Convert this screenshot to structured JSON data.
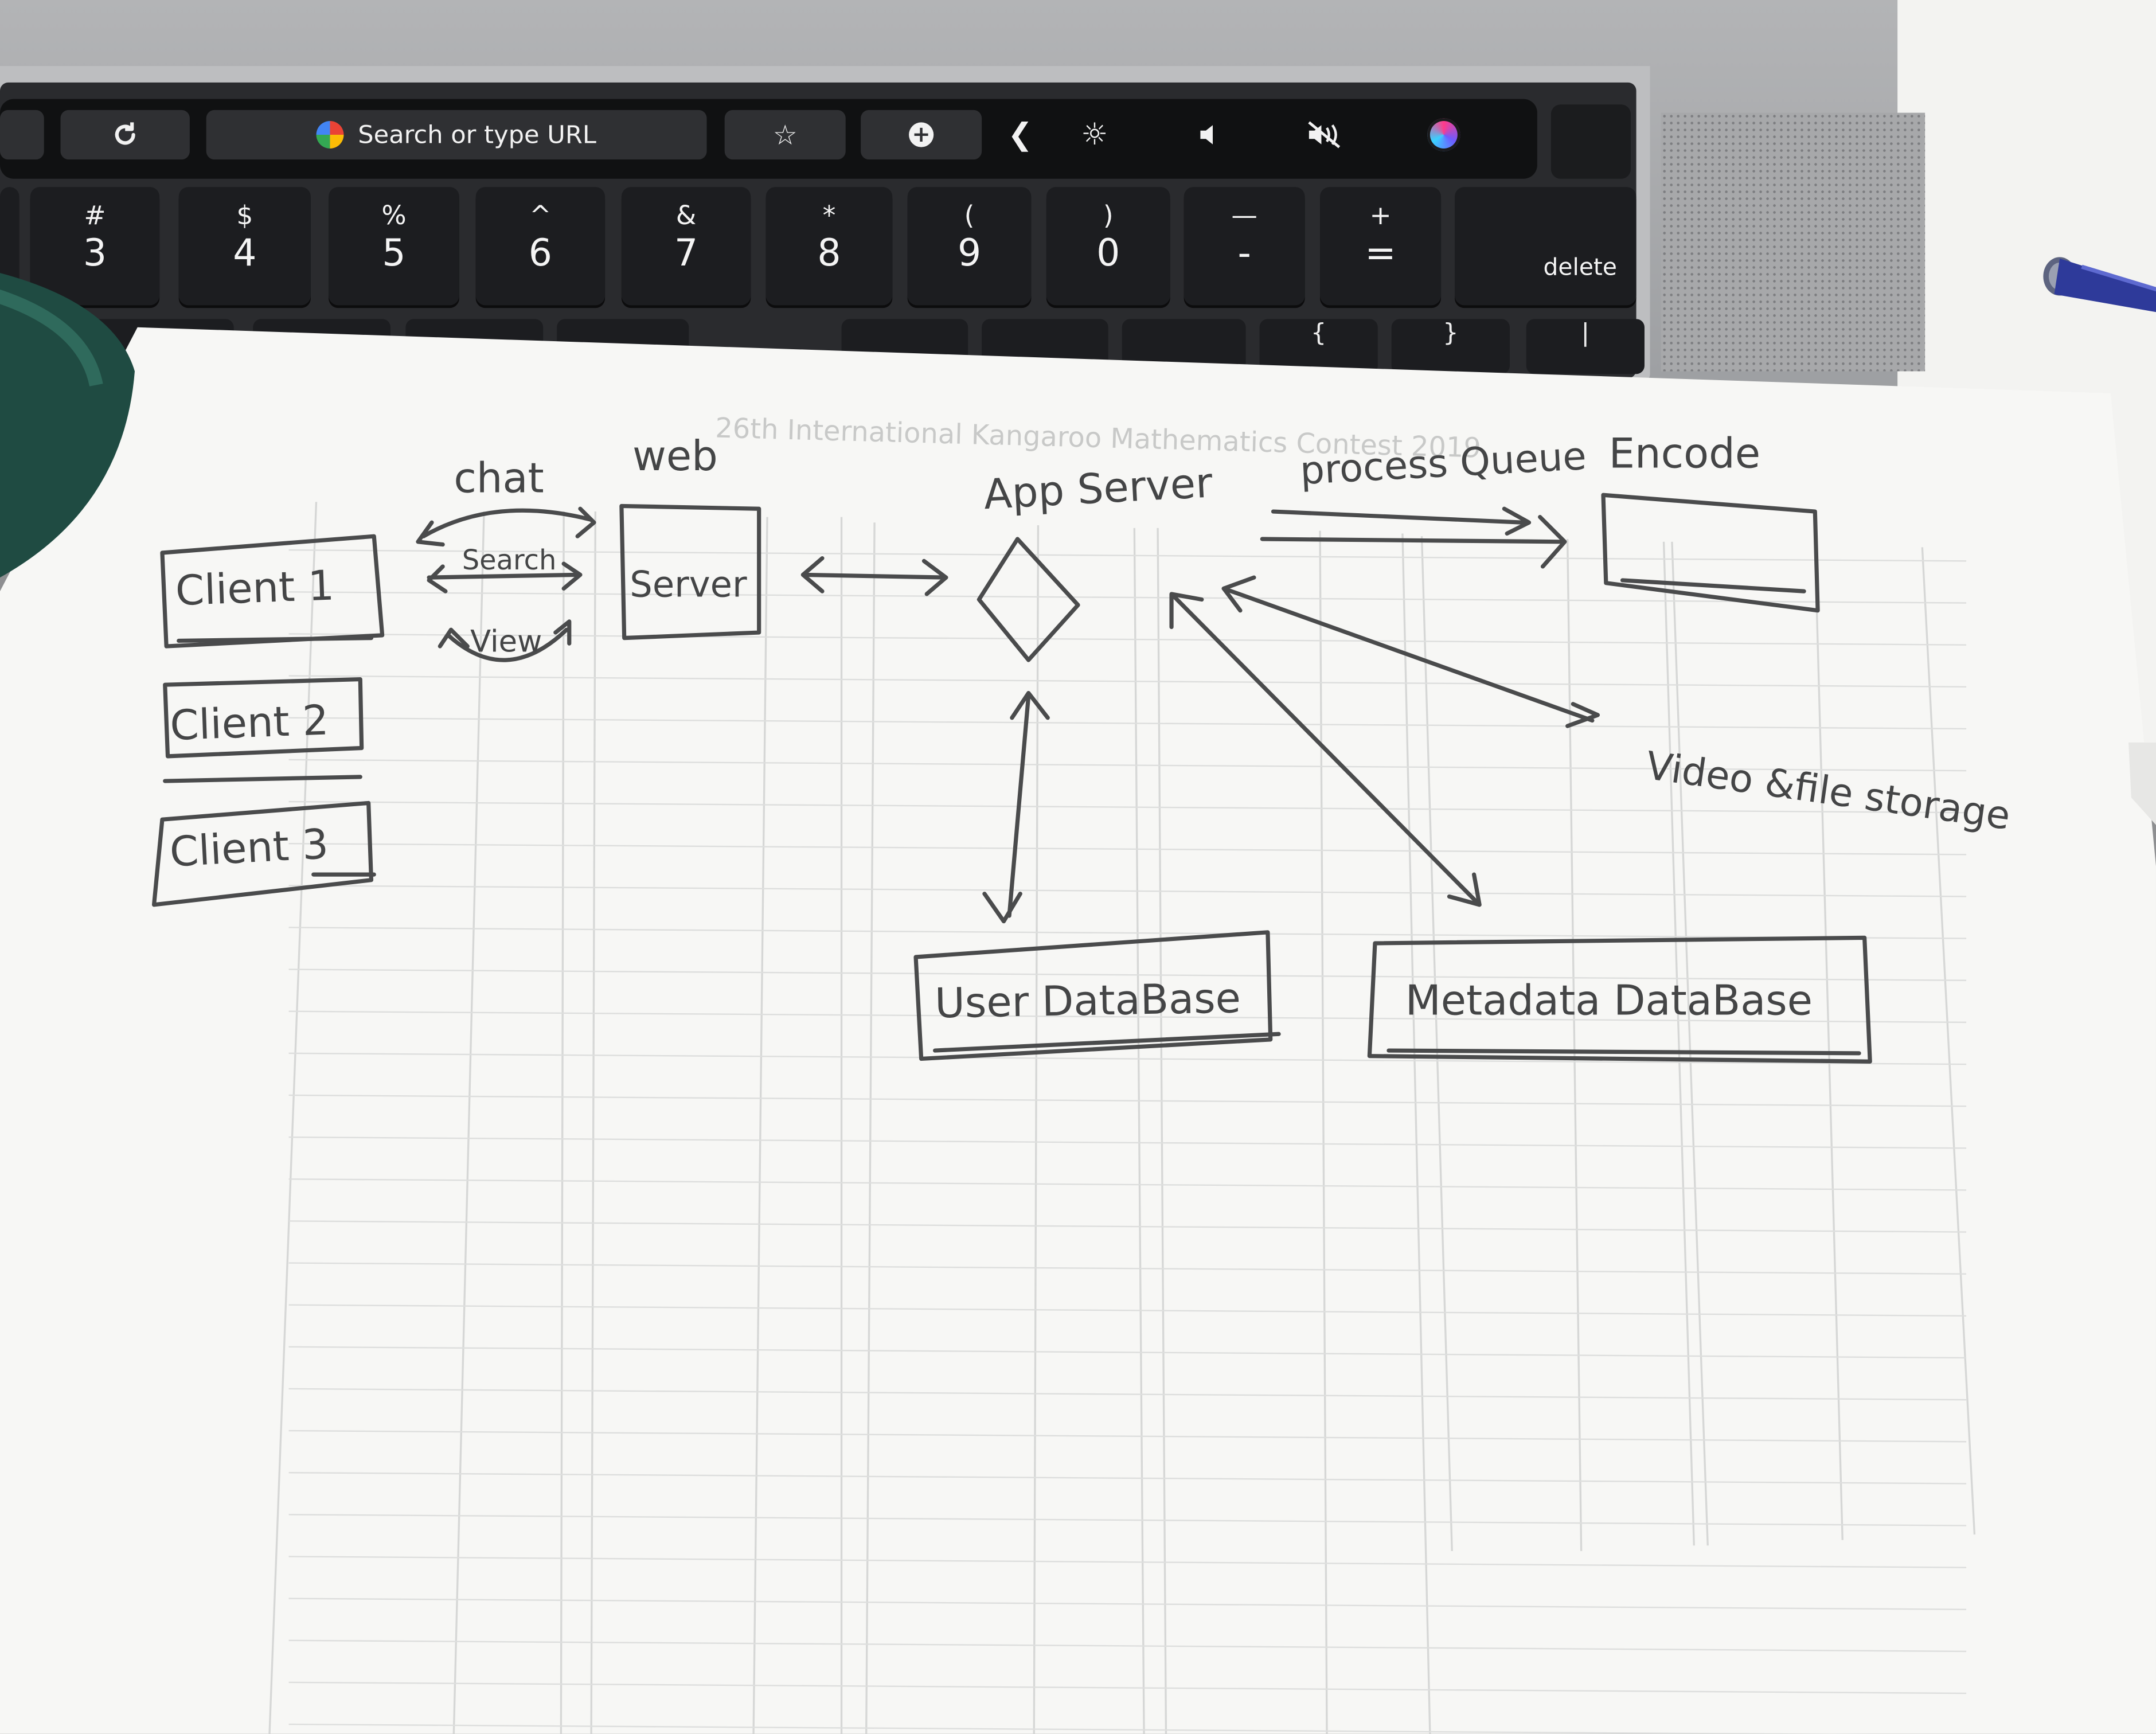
{
  "laptop": {
    "touchbar": {
      "url_bar_text": "Search or type URL",
      "icons": [
        "reload-icon",
        "google-icon",
        "star-icon",
        "plus-circle-icon",
        "chevron-left-icon",
        "brightness-icon",
        "volume-icon",
        "mute-icon",
        "siri-icon"
      ]
    },
    "keys": [
      {
        "shift": "#",
        "main": "3"
      },
      {
        "shift": "$",
        "main": "4"
      },
      {
        "shift": "%",
        "main": "5"
      },
      {
        "shift": "^",
        "main": "6"
      },
      {
        "shift": "&",
        "main": "7"
      },
      {
        "shift": "*",
        "main": "8"
      },
      {
        "shift": "(",
        "main": "9"
      },
      {
        "shift": ")",
        "main": "0"
      },
      {
        "shift": "—",
        "main": "-"
      },
      {
        "shift": "+",
        "main": "="
      }
    ],
    "delete_label": "delete",
    "row2": {
      "brace_left": "{",
      "brace_right": "}",
      "pipe": "|"
    }
  },
  "diagram": {
    "clients": [
      "Client 1",
      "Client 2",
      "Client 3"
    ],
    "actions": [
      "chat",
      "Search",
      "View"
    ],
    "web_title": "web",
    "web_box": "Server",
    "app_server": "App Server",
    "process_queue": "process Queue",
    "encode": "Encode",
    "video_storage": "Video &file storage",
    "user_db": "User DataBase",
    "metadata_db": "Metadata DataBase"
  },
  "background_sheet": {
    "heading": "26th International Kangaroo Mathematics Contest 2019"
  },
  "colors": {
    "pencil": "#444546",
    "paper": "#f7f7f5",
    "keycap": "#1c1d20"
  }
}
